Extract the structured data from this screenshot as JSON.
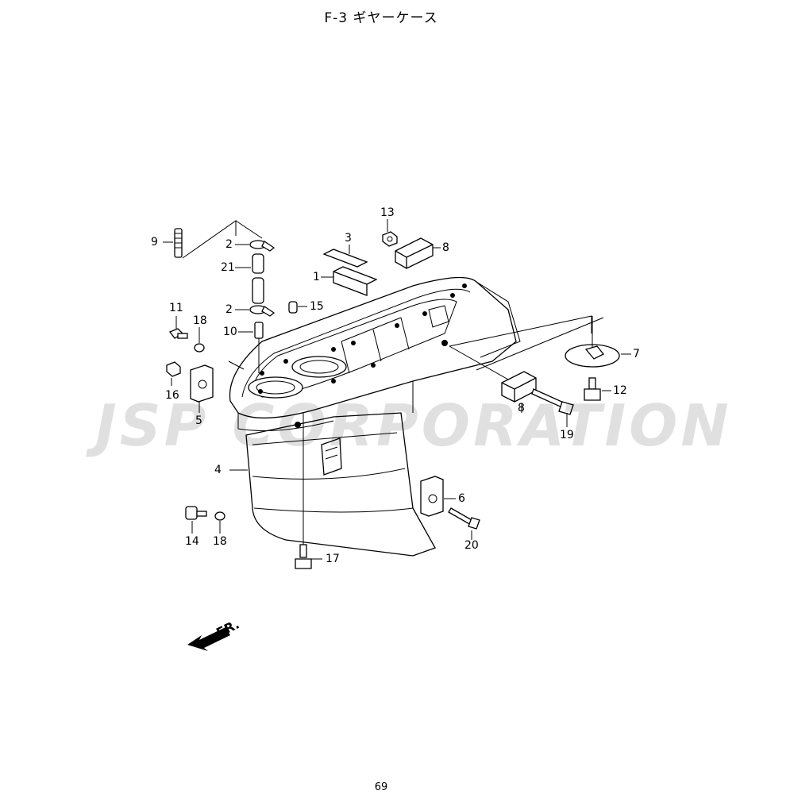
{
  "title": "F-3 ギヤーケース",
  "page_number": "69",
  "watermark": "JSP CORPORATION",
  "front_indicator": "FR.",
  "callouts": [
    "1",
    "2",
    "2",
    "3",
    "4",
    "5",
    "6",
    "7",
    "8",
    "8",
    "9",
    "10",
    "11",
    "12",
    "13",
    "14",
    "15",
    "16",
    "17",
    "18",
    "18",
    "19",
    "20",
    "21"
  ]
}
